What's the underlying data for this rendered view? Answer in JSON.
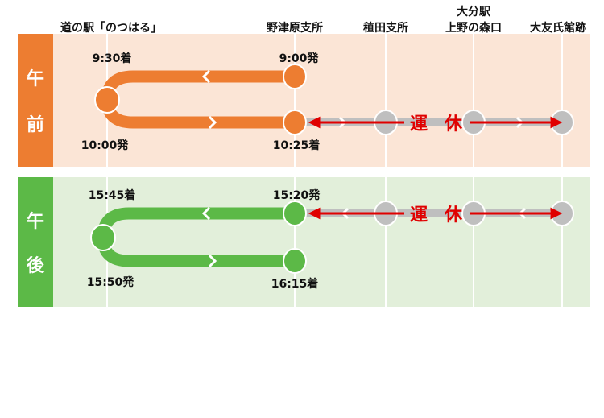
{
  "stations": [
    "道の駅「のつはる」",
    "野津原支所",
    "稙田支所",
    "大分駅",
    "上野の森口",
    "大友氏館跡"
  ],
  "colors": {
    "am": "#ed7d31",
    "am_bg": "#fbe5d6",
    "pm": "#5cb947",
    "pm_bg": "#e2efda",
    "suspended": "#e00000",
    "inactive": "#bfbfbf"
  },
  "am": {
    "label_1": "午",
    "label_2": "前",
    "times": [
      "9:30着",
      "9:00発",
      "10:00発",
      "10:25着"
    ],
    "suspended_1": "運",
    "suspended_2": "休"
  },
  "pm": {
    "label_1": "午",
    "label_2": "後",
    "times": [
      "15:45着",
      "15:20発",
      "15:50発",
      "16:15着"
    ],
    "suspended_1": "運",
    "suspended_2": "休"
  }
}
